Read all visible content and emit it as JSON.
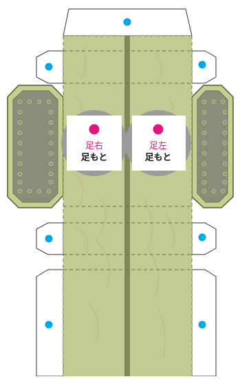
{
  "colors": {
    "mat_green": "#c4cb92",
    "mat_green_light": "#cdd3a0",
    "side_panel": "#8a8e79",
    "side_panel_border": "#c7cf8e",
    "dark_border": "#4f5a35",
    "center_stripe": "#7d8a58",
    "tab_blue": "#00a7e7",
    "marker_pink": "#e2177e",
    "disc_gray": "#9b9b9b"
  },
  "feet": {
    "right": {
      "label": "足右",
      "sublabel": "足もと"
    },
    "left": {
      "label": "足左",
      "sublabel": "足もと"
    }
  }
}
